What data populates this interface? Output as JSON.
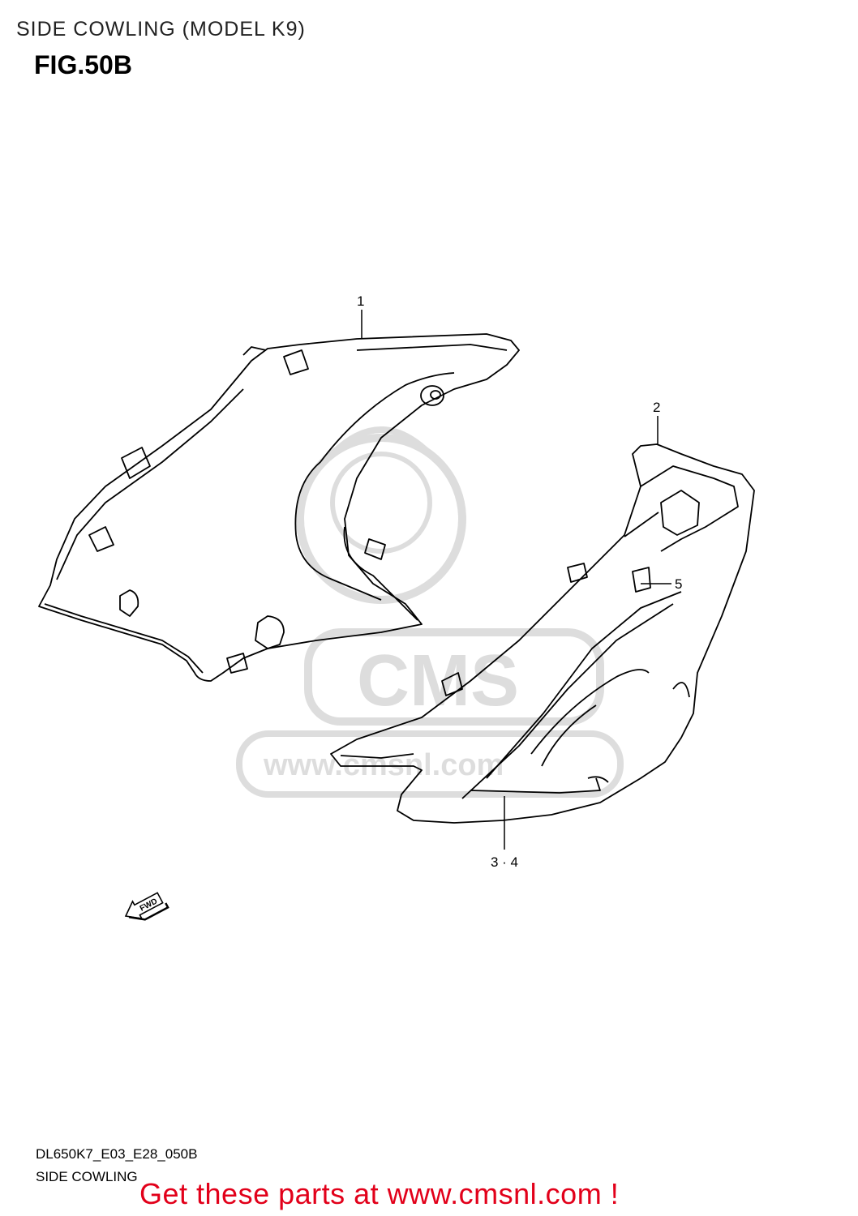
{
  "header": {
    "title": "SIDE COWLING (MODEL K9)",
    "fig": "FIG.50B"
  },
  "callouts": {
    "p1": "1",
    "p2": "2",
    "p34": "3 · 4",
    "p5": "5"
  },
  "fwd_label": "FWD",
  "watermark": {
    "text": "CMS",
    "url": "www.cmsnl.com"
  },
  "footer": {
    "code": "DL650K7_E03_E28_050B",
    "name": "SIDE COWLING"
  },
  "cta": {
    "text": "Get these parts at www.cmsnl.com !",
    "color": "#e2001a"
  }
}
